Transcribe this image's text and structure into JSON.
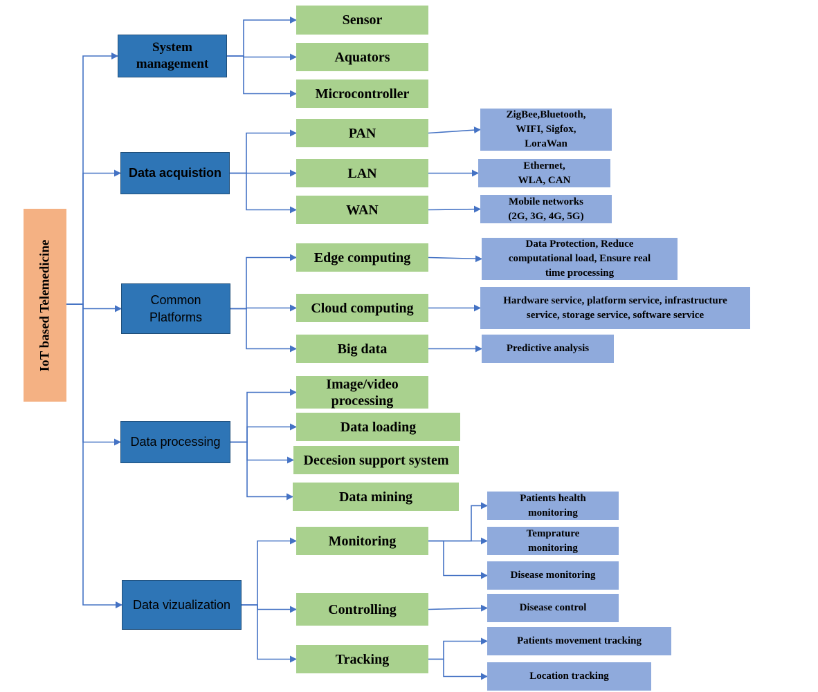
{
  "root": {
    "label": "IoT based Telemedicine"
  },
  "categories": [
    {
      "label": "System\nmanagement",
      "subs": [
        {
          "label": "Sensor",
          "leaves": []
        },
        {
          "label": "Aquators",
          "leaves": []
        },
        {
          "label": "Microcontroller",
          "leaves": []
        }
      ]
    },
    {
      "label": "Data acquistion",
      "subs": [
        {
          "label": "PAN",
          "leaves": [
            "ZigBee,Bluetooth,\nWIFI, Sigfox,\nLoraWan"
          ]
        },
        {
          "label": "LAN",
          "leaves": [
            "Ethernet,\nWLA, CAN"
          ]
        },
        {
          "label": "WAN",
          "leaves": [
            "Mobile networks\n(2G, 3G, 4G, 5G)"
          ]
        }
      ]
    },
    {
      "label": "Common\nPlatforms",
      "subs": [
        {
          "label": "Edge computing",
          "leaves": [
            "Data Protection, Reduce\ncomputational load, Ensure real\ntime processing"
          ]
        },
        {
          "label": "Cloud computing",
          "leaves": [
            "Hardware service, platform service, infrastructure\nservice, storage service, software service"
          ]
        },
        {
          "label": "Big data",
          "leaves": [
            "Predictive analysis"
          ]
        }
      ]
    },
    {
      "label": "Data processing",
      "subs": [
        {
          "label": "Image/video\nprocessing",
          "leaves": []
        },
        {
          "label": "Data loading",
          "leaves": []
        },
        {
          "label": "Decesion support system",
          "leaves": []
        },
        {
          "label": "Data mining",
          "leaves": []
        }
      ]
    },
    {
      "label": "Data vizualization",
      "subs": [
        {
          "label": "Monitoring",
          "leaves": [
            "Patients health\nmonitoring",
            "Temprature\nmonitoring",
            "Disease monitoring"
          ]
        },
        {
          "label": "Controlling",
          "leaves": [
            "Disease control"
          ]
        },
        {
          "label": "Tracking",
          "leaves": [
            "Patients movement tracking",
            "Location tracking"
          ]
        }
      ]
    }
  ],
  "colors": {
    "root": "#f4b183",
    "category": "#2e75b6",
    "subitem": "#a9d18e",
    "detail": "#8faadc",
    "connector": "#4472c4"
  }
}
